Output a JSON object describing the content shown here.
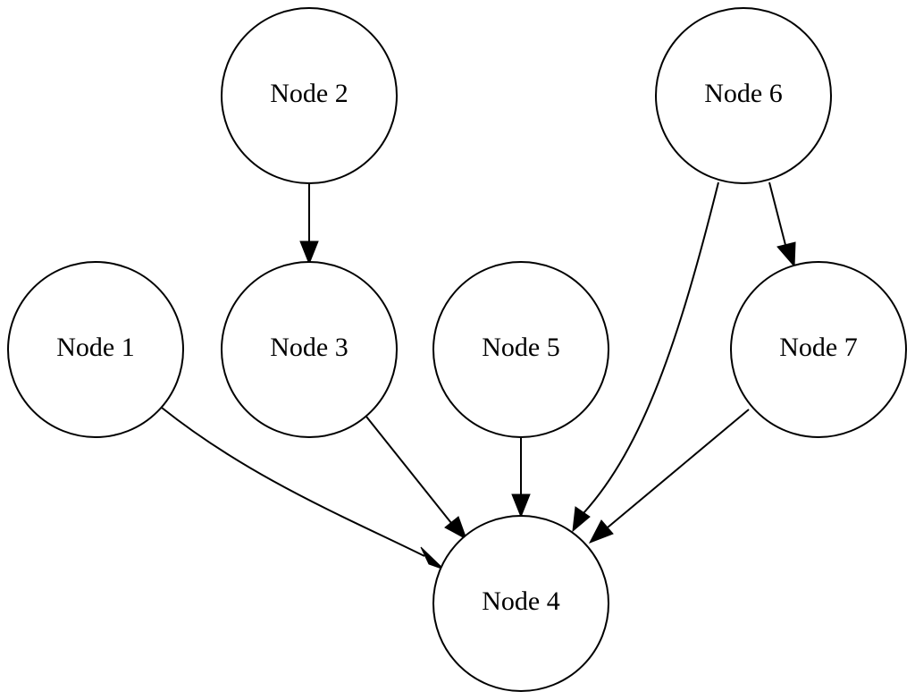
{
  "diagram": {
    "type": "directed-graph",
    "colors": {
      "stroke": "#000000",
      "fill": "#ffffff"
    },
    "nodes": [
      {
        "id": "n1",
        "label": "Node 1"
      },
      {
        "id": "n2",
        "label": "Node 2"
      },
      {
        "id": "n3",
        "label": "Node 3"
      },
      {
        "id": "n4",
        "label": "Node 4"
      },
      {
        "id": "n5",
        "label": "Node 5"
      },
      {
        "id": "n6",
        "label": "Node 6"
      },
      {
        "id": "n7",
        "label": "Node 7"
      }
    ],
    "edges": [
      {
        "from": "n2",
        "to": "n3"
      },
      {
        "from": "n6",
        "to": "n7"
      },
      {
        "from": "n1",
        "to": "n4"
      },
      {
        "from": "n3",
        "to": "n4"
      },
      {
        "from": "n5",
        "to": "n4"
      },
      {
        "from": "n6",
        "to": "n4"
      },
      {
        "from": "n7",
        "to": "n4"
      }
    ]
  }
}
